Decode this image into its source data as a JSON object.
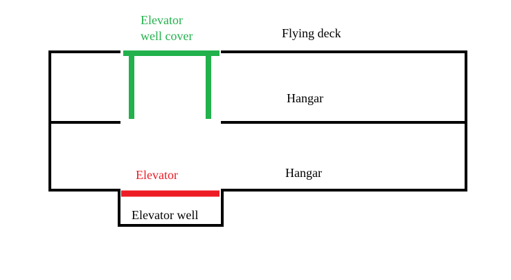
{
  "labels": {
    "elevator_cover_line1": "Elevator",
    "elevator_cover_line2": "well cover",
    "flying_deck": "Flying deck",
    "hangar_upper": "Hangar",
    "hangar_lower": "Hangar",
    "elevator": "Elevator",
    "elevator_well": "Elevator well"
  },
  "colors": {
    "structure": "#000000",
    "elevator_well_cover": "#22b14c",
    "elevator": "#ed1c24"
  }
}
